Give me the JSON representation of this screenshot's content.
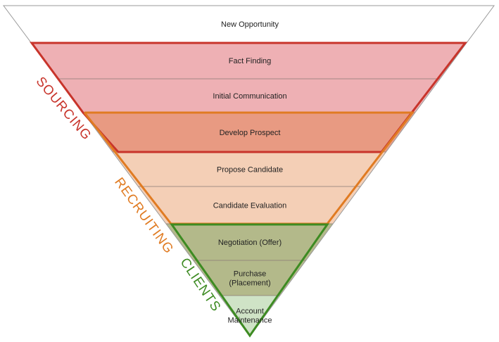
{
  "stages": [
    {
      "lines": [
        "New Opportunity"
      ],
      "color": "#ffffff"
    },
    {
      "lines": [
        "Fact Finding"
      ],
      "color": "#eeb0b4"
    },
    {
      "lines": [
        "Initial Communication"
      ],
      "color": "#eeb0b4"
    },
    {
      "lines": [
        "Develop Prospect"
      ],
      "color": "#e89a82"
    },
    {
      "lines": [
        "Propose Candidate"
      ],
      "color": "#f4cfb6"
    },
    {
      "lines": [
        "Candidate Evaluation"
      ],
      "color": "#f4cfb6"
    },
    {
      "lines": [
        "Negotiation (Offer)"
      ],
      "color": "#b3b98a"
    },
    {
      "lines": [
        "Purchase",
        "(Placement)"
      ],
      "color": "#b3b98a"
    },
    {
      "lines": [
        "Account",
        "Maintenance"
      ],
      "color": "#cfe3c6"
    }
  ],
  "groups": [
    {
      "label": "SOURCING",
      "color": "#c8342b"
    },
    {
      "label": "RECRUITING",
      "color": "#e07b22"
    },
    {
      "label": "CLIENTS",
      "color": "#3d8b22"
    }
  ]
}
